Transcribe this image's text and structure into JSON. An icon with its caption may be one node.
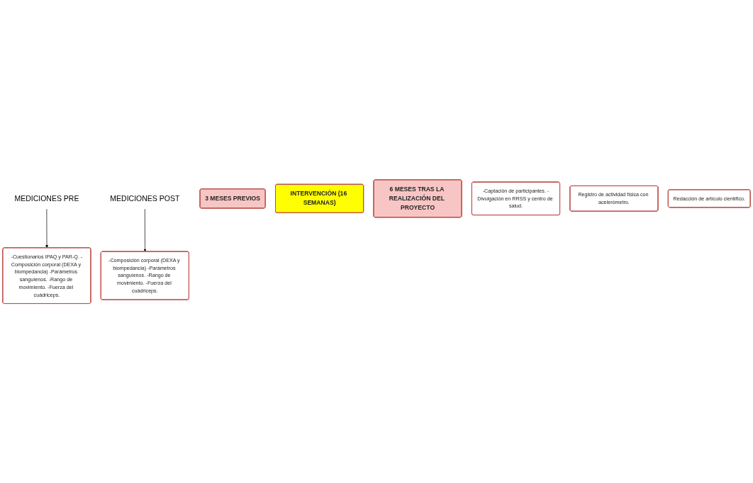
{
  "diagram": {
    "nodes": [
      {
        "text": [
          "MEDICIONES PRE"
        ]
      },
      {
        "text": [
          "MEDICIONES POST"
        ]
      },
      {
        "text": [
          "3 MESES PREVIOS"
        ]
      },
      {
        "text": [
          "INTERVENCIÓN (16 SEMANAS)"
        ]
      },
      {
        "text": [
          "6 MESES TRAS LA REALIZACIÓN DEL PROYECTO"
        ]
      },
      {
        "text": [
          "-Captación de participantes. -Divulgación en RRSS y centro de salud."
        ]
      },
      {
        "text": [
          "Registro de actividad física con acelerómetro."
        ]
      },
      {
        "text": [
          "Redacción de artículo científico."
        ]
      },
      {
        "text": [
          "-Cuestionarios IPAQ y PAR-Q. -Composición corporal (DEXA y biompedancia) -Parámetros sanguíenos. -Rango de movimiento. -Fuerza del cuádriceps."
        ]
      },
      {
        "text": [
          "-Composición corporal (DEXA y biompedancia) -Parámetros sanguíenos. -Rango de movimiento. -Fuerza del cuádriceps."
        ]
      }
    ],
    "edges": [
      {
        "from": 0,
        "to": 8,
        "arrow": "to"
      },
      {
        "from": 1,
        "to": 9,
        "arrow": "to"
      }
    ]
  }
}
